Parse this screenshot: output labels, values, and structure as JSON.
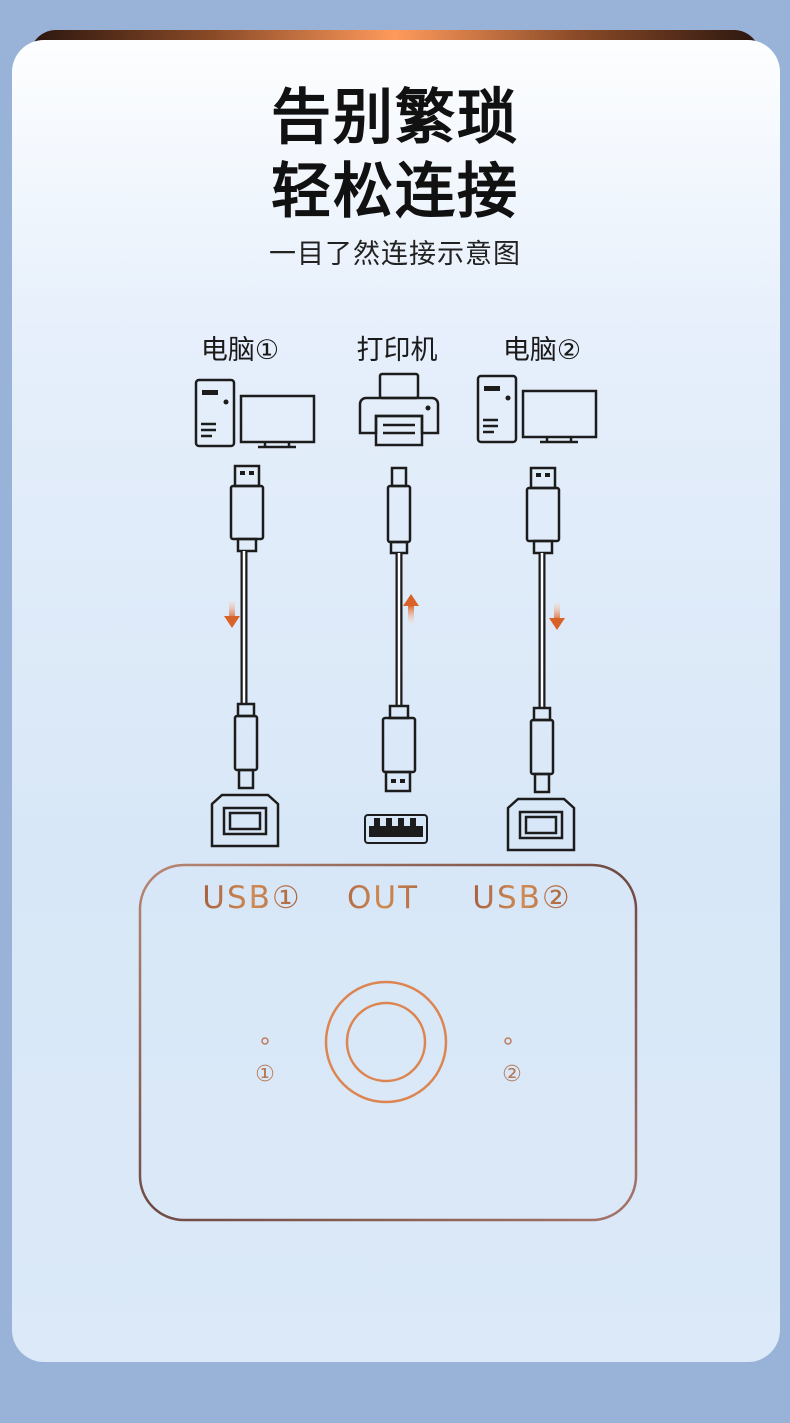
{
  "header": {
    "title_line1": "告别繁琐",
    "title_line2": "轻松连接",
    "subtitle": "一目了然连接示意图"
  },
  "devices": [
    {
      "label": "电脑①",
      "icon": "computer-icon"
    },
    {
      "label": "打印机",
      "icon": "printer-icon"
    },
    {
      "label": "电脑②",
      "icon": "computer-icon"
    }
  ],
  "switch_box": {
    "ports": [
      "USB①",
      "OUT",
      "USB②"
    ],
    "indicator_labels": [
      "①",
      "②"
    ],
    "button_icon": "push-button-icon"
  },
  "colors": {
    "background": "#98b2d8",
    "accent": "#e0834a",
    "outline": "#8a5f55"
  }
}
